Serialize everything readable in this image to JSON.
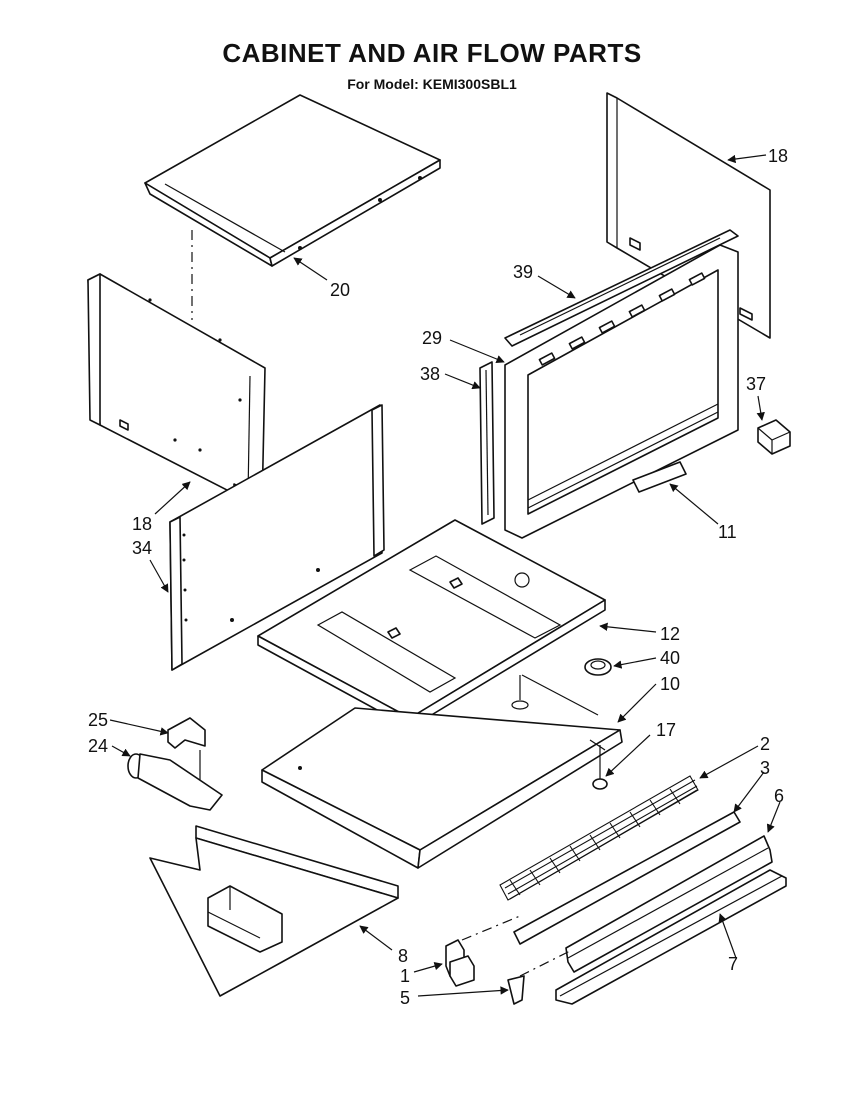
{
  "title": "CABINET AND AIR FLOW PARTS",
  "subtitle": "For Model: KEMI300SBL1",
  "callouts": {
    "c18a": "18",
    "c20": "20",
    "c39": "39",
    "c29": "29",
    "c38": "38",
    "c37": "37",
    "c18b": "18",
    "c34": "34",
    "c11": "11",
    "c12": "12",
    "c40": "40",
    "c10": "10",
    "c25": "25",
    "c24": "24",
    "c17": "17",
    "c2": "2",
    "c3": "3",
    "c6": "6",
    "c8": "8",
    "c1": "1",
    "c5": "5",
    "c7": "7"
  }
}
